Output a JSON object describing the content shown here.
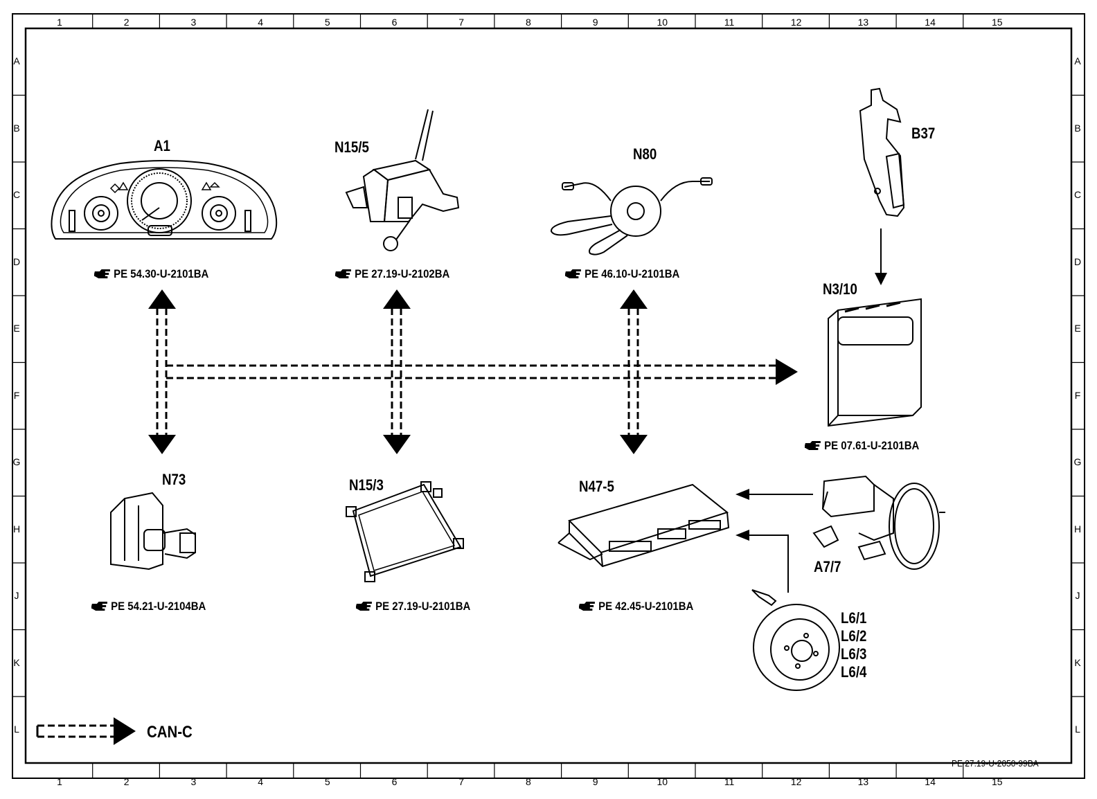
{
  "grid": {
    "columns": [
      "1",
      "2",
      "3",
      "4",
      "5",
      "6",
      "7",
      "8",
      "9",
      "10",
      "11",
      "12",
      "13",
      "14",
      "15"
    ],
    "rows": [
      "A",
      "B",
      "C",
      "D",
      "E",
      "F",
      "G",
      "H",
      "J",
      "K",
      "L"
    ]
  },
  "components": {
    "a1": {
      "label": "A1",
      "ref": "PE  54.30-U-2101BA"
    },
    "n15_5": {
      "label": "N15/5",
      "ref": "PE  27.19-U-2102BA"
    },
    "n80": {
      "label": "N80",
      "ref": "PE  46.10-U-2101BA"
    },
    "b37": {
      "label": "B37"
    },
    "n3_10": {
      "label": "N3/10",
      "ref": "PE  07.61-U-2101BA"
    },
    "n73": {
      "label": "N73",
      "ref": "PE  54.21-U-2104BA"
    },
    "n15_3": {
      "label": "N15/3",
      "ref": "PE  27.19-U-2101BA"
    },
    "n47_5": {
      "label": "N47-5",
      "ref": "PE  42.45-U-2101BA"
    },
    "a7_7": {
      "label": "A7/7"
    },
    "l6": {
      "labels": [
        "L6/1",
        "L6/2",
        "L6/3",
        "L6/4"
      ]
    }
  },
  "legend": {
    "label": "CAN-C"
  },
  "drawing_code": "PE 27.19-U-2050-99BA"
}
